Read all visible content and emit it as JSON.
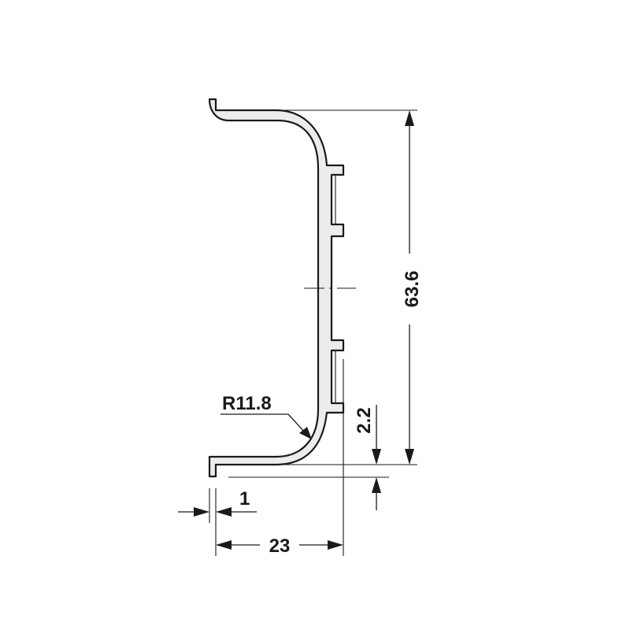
{
  "drawing": {
    "dimensions": {
      "overall_height": "63.6",
      "overall_width": "23",
      "flange_thickness": "1",
      "bottom_offset": "2.2",
      "inner_radius": "R11.8"
    },
    "colors": {
      "profile_fill": "#ececec",
      "line": "#1a1a1a",
      "background": "#ffffff"
    }
  }
}
